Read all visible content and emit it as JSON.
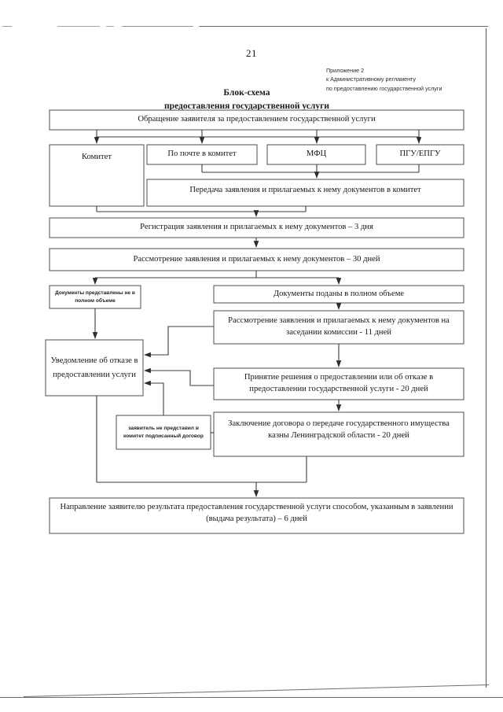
{
  "page": {
    "number": "21",
    "appendix_lines": [
      "Приложение 2",
      "к Административному регламенту",
      "по предоставлению государственной услуги"
    ],
    "title_line1": "Блок-схема",
    "title_line2": "предоставления государственной услуги"
  },
  "flow": {
    "nodes": {
      "application": "Обращение заявителя за предоставлением государственной услуги",
      "committee": "Комитет",
      "by_mail": "По почте в комитет",
      "mfc": "МФЦ",
      "pgu_epgu": "ПГУ/ЕПГУ",
      "transfer": "Передача заявления и прилагаемых к нему документов в комитет",
      "registration": "Регистрация заявления и прилагаемых к нему документов – 3 дня",
      "review30": "Рассмотрение заявления и прилагаемых к нему документов  – 30 дней",
      "incomplete": "Документы представлены не в полном объеме",
      "complete": "Документы поданы в полном объеме",
      "commission11": "Рассмотрение заявления и прилагаемых к нему документов на заседании комиссии - 11 дней",
      "decision20": "Принятие решения о предоставлении или об отказе в предоставлении государственной услуги - 20 дней",
      "refusal_notice": "Уведомление об отказе в предоставлении услуги",
      "no_contract": "заявитель не представил в комитет подписанный договор",
      "contract20": "Заключение договора о передаче государственного имущества казны Ленинградской области - 20 дней",
      "result6": "Направление заявителю результата предоставления государственной услуги способом, указанным в заявлении (выдача результата) – 6 дней"
    }
  },
  "colors": {
    "box_stroke": "#4d4d4d",
    "connector": "#3d3d3d",
    "text": "#181818",
    "background": "#ffffff"
  }
}
